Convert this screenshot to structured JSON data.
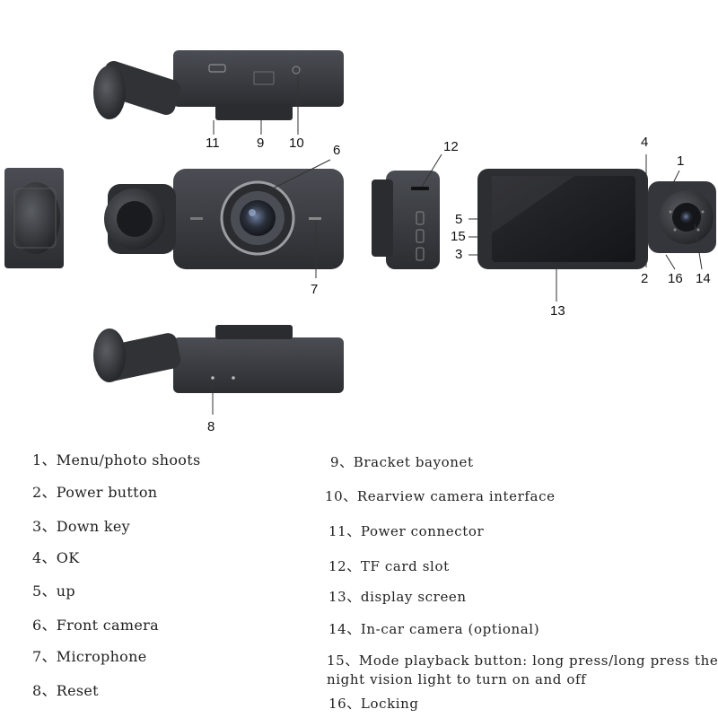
{
  "callouts": {
    "c1": "1",
    "c2": "2",
    "c4": "4",
    "c5": "5",
    "c6": "6",
    "c7": "7",
    "c8": "8",
    "c9": "9",
    "c10": "10",
    "c11": "11",
    "c12": "12",
    "c13": "13",
    "c14": "14",
    "c15": "15",
    "c16": "16",
    "c3": "3"
  },
  "legend_left": [
    "1、Menu/photo shoots",
    "2、Power button",
    "3、Down key",
    "4、OK",
    "5、up",
    "6、Front camera",
    "7、Microphone",
    "8、Reset"
  ],
  "legend_right": [
    "9、Bracket bayonet",
    "10、Rearview camera interface",
    "11、Power connector",
    "12、TF card slot",
    "13、display screen",
    "14、In-car camera (optional)",
    "15、Mode playback button: long press/long press the night vision light to turn on and off",
    "16、Locking"
  ],
  "colors": {
    "body": "#3a3d42",
    "body_dark": "#23252a",
    "screen": "#1b1c20",
    "lens_ring": "#8a8d92"
  }
}
